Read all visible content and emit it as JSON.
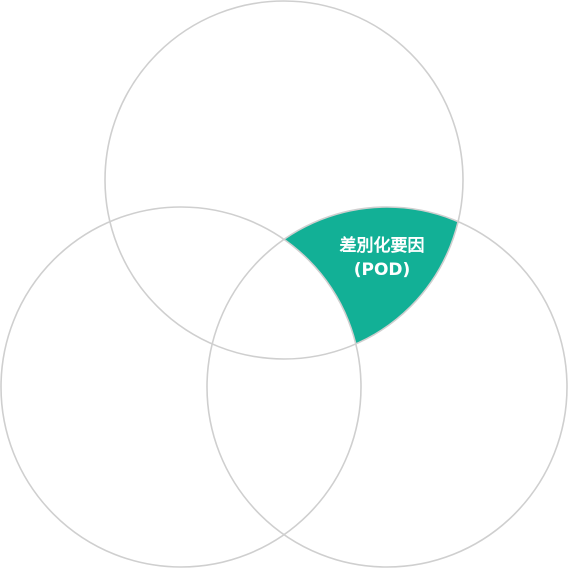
{
  "diagram": {
    "type": "three-set-venn",
    "highlight_region": {
      "label_line1": "差別化要因",
      "label_line2": "(POD)",
      "color": "#12b096"
    },
    "outline_color": "#cfcfcf",
    "background_color": "#ffffff"
  }
}
